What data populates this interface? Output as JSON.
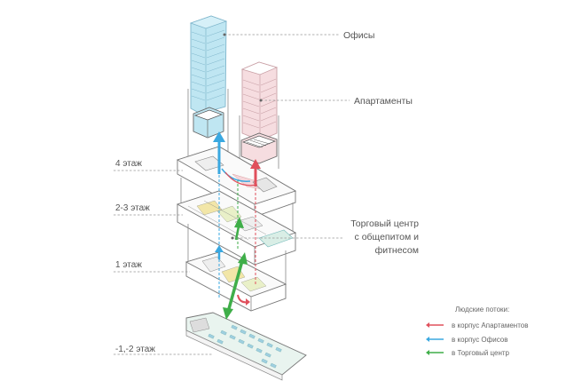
{
  "callouts": {
    "offices": "Офисы",
    "apartments": "Апартаменты",
    "mall_line1": "Торговый центр",
    "mall_line2": "с общепитом и",
    "mall_line3": "фитнесом"
  },
  "levels": {
    "floor4": "4 этаж",
    "floor2_3": "2-3 этаж",
    "floor1": "1 этаж",
    "basement": "-1,-2 этаж"
  },
  "legend": {
    "title": "Людские потоки:",
    "items": [
      {
        "label": "в корпус Апартаментов",
        "color": "#e0505c"
      },
      {
        "label": "в корпус Офисов",
        "color": "#3aa8e0"
      },
      {
        "label": "в Торговый центр",
        "color": "#3fae49"
      }
    ]
  },
  "colors": {
    "office_fill": "#bfe6f2",
    "apartment_fill": "#f6dde0",
    "flow_red": "#e0505c",
    "flow_blue": "#3aa8e0",
    "flow_green": "#3fae49",
    "parking_fill": "#d9eee6"
  }
}
